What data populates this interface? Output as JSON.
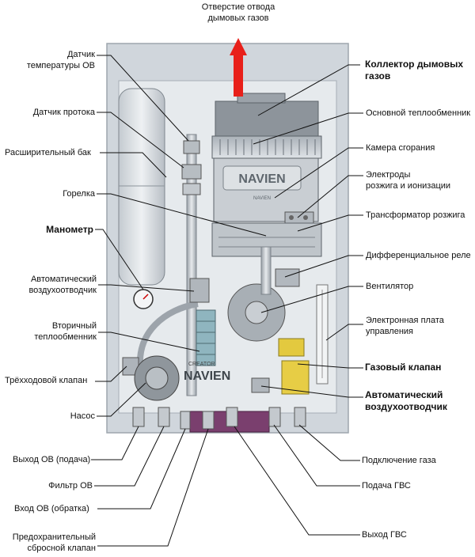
{
  "labels": {
    "flue_outlet": "Отверстие отвода\nдымовых газов",
    "temp_sensor": "Датчик\nтемпературы ОВ",
    "flow_sensor": "Датчик протока",
    "expansion_tank": "Расширительный бак",
    "burner": "Горелка",
    "manometer": "Манометр",
    "auto_air_vent_left": "Автоматический\nвоздухоотводчик",
    "secondary_hx": "Вторичный\nтеплообменник",
    "three_way_valve": "Трёхходовой клапан",
    "pump": "Насос",
    "ch_supply": "Выход ОВ (подача)",
    "ch_filter": "Фильтр ОВ",
    "ch_return": "Вход ОВ (обратка)",
    "safety_valve": "Предохранительный\nсбросной клапан",
    "flue_collector": "Коллектор дымовых\nгазов",
    "main_hx": "Основной теплообменник",
    "combustion_chamber": "Камера сгорания",
    "electrodes": "Электроды\nрозжига и ионизации",
    "ignition_transformer": "Трансформатор розжига",
    "diff_pressure_relay": "Дифференциальное реле",
    "fan": "Вентилятор",
    "control_board": "Электронная плата\nуправления",
    "gas_valve": "Газовый клапан",
    "auto_air_vent_right": "Автоматический\nвоздухоотводчик",
    "gas_connection": "Подключение газа",
    "dhw_supply": "Подача ГВС",
    "dhw_outlet": "Выход ГВС"
  },
  "branding": {
    "logo": "NAVIEN",
    "logo_sub": "NAVIEN",
    "pump_brand": "CREATOR"
  },
  "colors": {
    "arrow": "#e8201a",
    "mount_bracket": "#b6e2a6",
    "casing": "#d0d6dc",
    "bottom_panel": "#7a3f6e"
  }
}
